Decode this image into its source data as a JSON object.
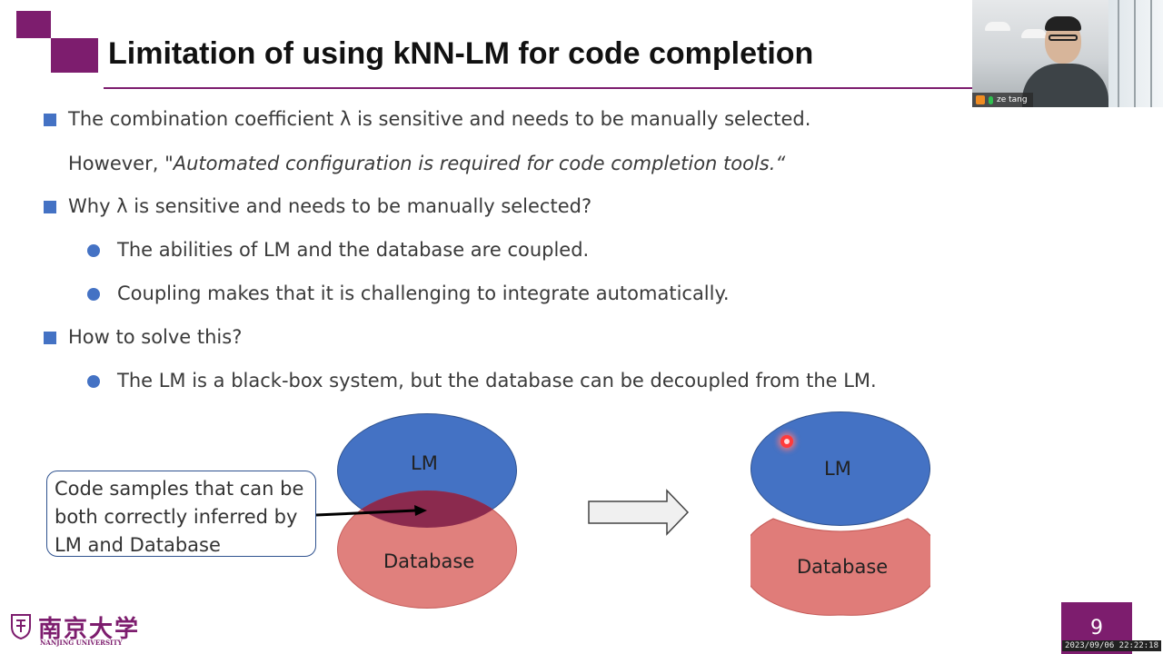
{
  "slide": {
    "title": "Limitation of using kNN-LM for code completion",
    "page_number": "9",
    "accent_color": "#7d1d6e",
    "bullet_color": "#4472c4"
  },
  "bullets": {
    "b1": "The combination coefficient λ is sensitive and needs to be manually selected.",
    "b1_cont_prefix": "However, ",
    "b1_cont_quote": "\"Automated configuration is required for code completion tools.“",
    "b2": "Why λ is sensitive and needs to be manually selected?",
    "b2_sub1": "The abilities of LM and the database are coupled.",
    "b2_sub2": "Coupling makes that  it is challenging to integrate automatically.",
    "b3": " How to solve this?",
    "b3_sub1": "The LM is a black-box system, but the database can be decoupled from the LM."
  },
  "diagram": {
    "left_lm": "LM",
    "left_db": "Database",
    "callout_lines": [
      "Code samples that can be",
      "both correctly inferred by",
      "LM and Database"
    ],
    "right_lm": "LM",
    "right_db": "Database"
  },
  "video": {
    "participant_name": "ze tang",
    "timestamp": "2023/09/06 22:22:18"
  },
  "logo": {
    "university_cn": "南京大学",
    "university_en": "NANJING UNIVERSITY"
  }
}
